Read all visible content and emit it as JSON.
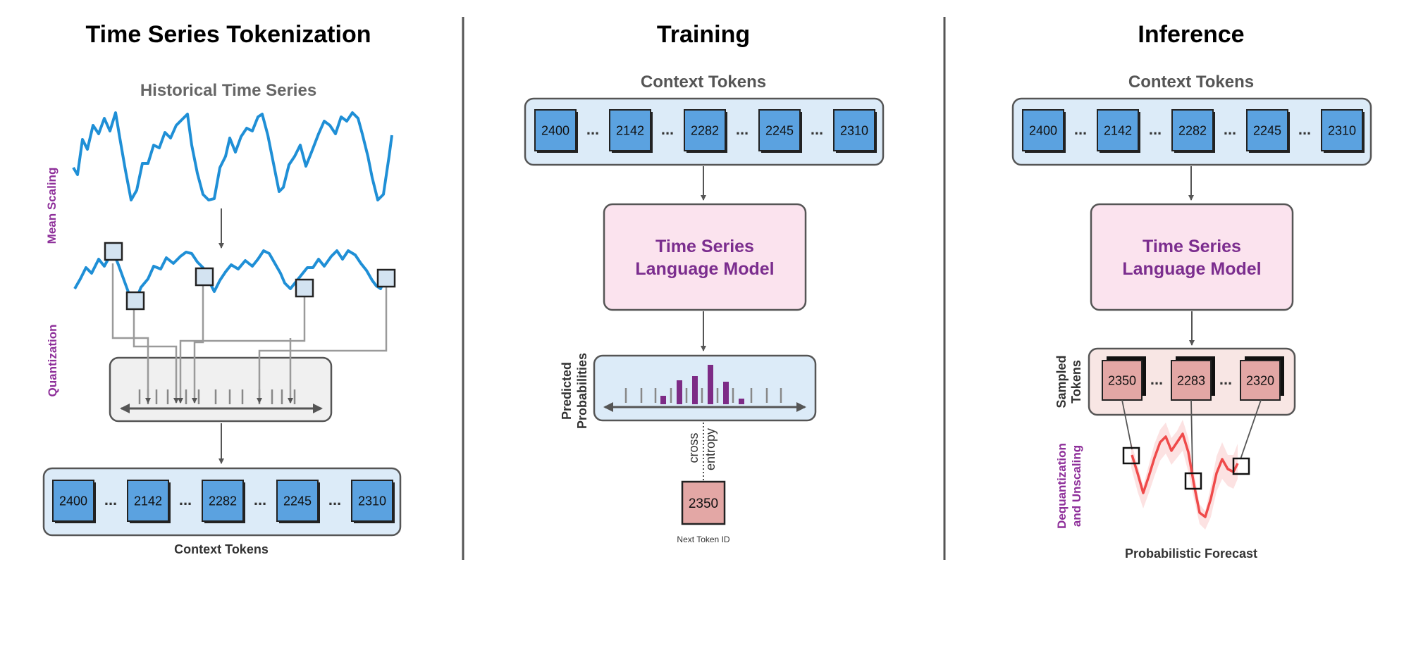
{
  "colors": {
    "series_blue": "#1f8fd6",
    "token_blue": "#5ba2e0",
    "token_panel_bg": "#dcebf8",
    "model_pink": "#fbe3ee",
    "model_text_purple": "#7b2d8e",
    "side_label_purple": "#8e2f9a",
    "bar_purple": "#7d2b86",
    "sampled_token_red": "#e3a7a5",
    "sampled_panel_bg": "#f8e6e4",
    "forecast_red": "#ef4a4a",
    "panel_gray_bg": "#f0f0f0",
    "divider": "#555555"
  },
  "tokenization": {
    "title": "Time Series Tokenization",
    "historical_label": "Historical Time Series",
    "mean_scaling_label": "Mean Scaling",
    "quantization_label": "Quantization",
    "tokens": [
      "2400",
      "2142",
      "2282",
      "2245",
      "2310"
    ],
    "ellipsis": "...",
    "context_label": "Context Tokens"
  },
  "training": {
    "title": "Training",
    "context_label": "Context Tokens",
    "tokens": [
      "2400",
      "2142",
      "2282",
      "2245",
      "2310"
    ],
    "ellipsis": "...",
    "model_line1": "Time Series",
    "model_line2": "Language Model",
    "predicted_line1": "Predicted",
    "predicted_line2": "Probabilities",
    "loss_line1": "cross",
    "loss_line2": "entropy",
    "next_token": "2350",
    "next_token_label": "Next Token ID"
  },
  "inference": {
    "title": "Inference",
    "context_label": "Context Tokens",
    "tokens": [
      "2400",
      "2142",
      "2282",
      "2245",
      "2310"
    ],
    "ellipsis": "...",
    "model_line1": "Time Series",
    "model_line2": "Language Model",
    "sampled_line1": "Sampled",
    "sampled_line2": "Tokens",
    "sampled_tokens": [
      "2350",
      "2283",
      "2320"
    ],
    "dequant_line1": "Dequantization",
    "dequant_line2": "and Unscaling",
    "forecast_label": "Probabilistic Forecast"
  }
}
